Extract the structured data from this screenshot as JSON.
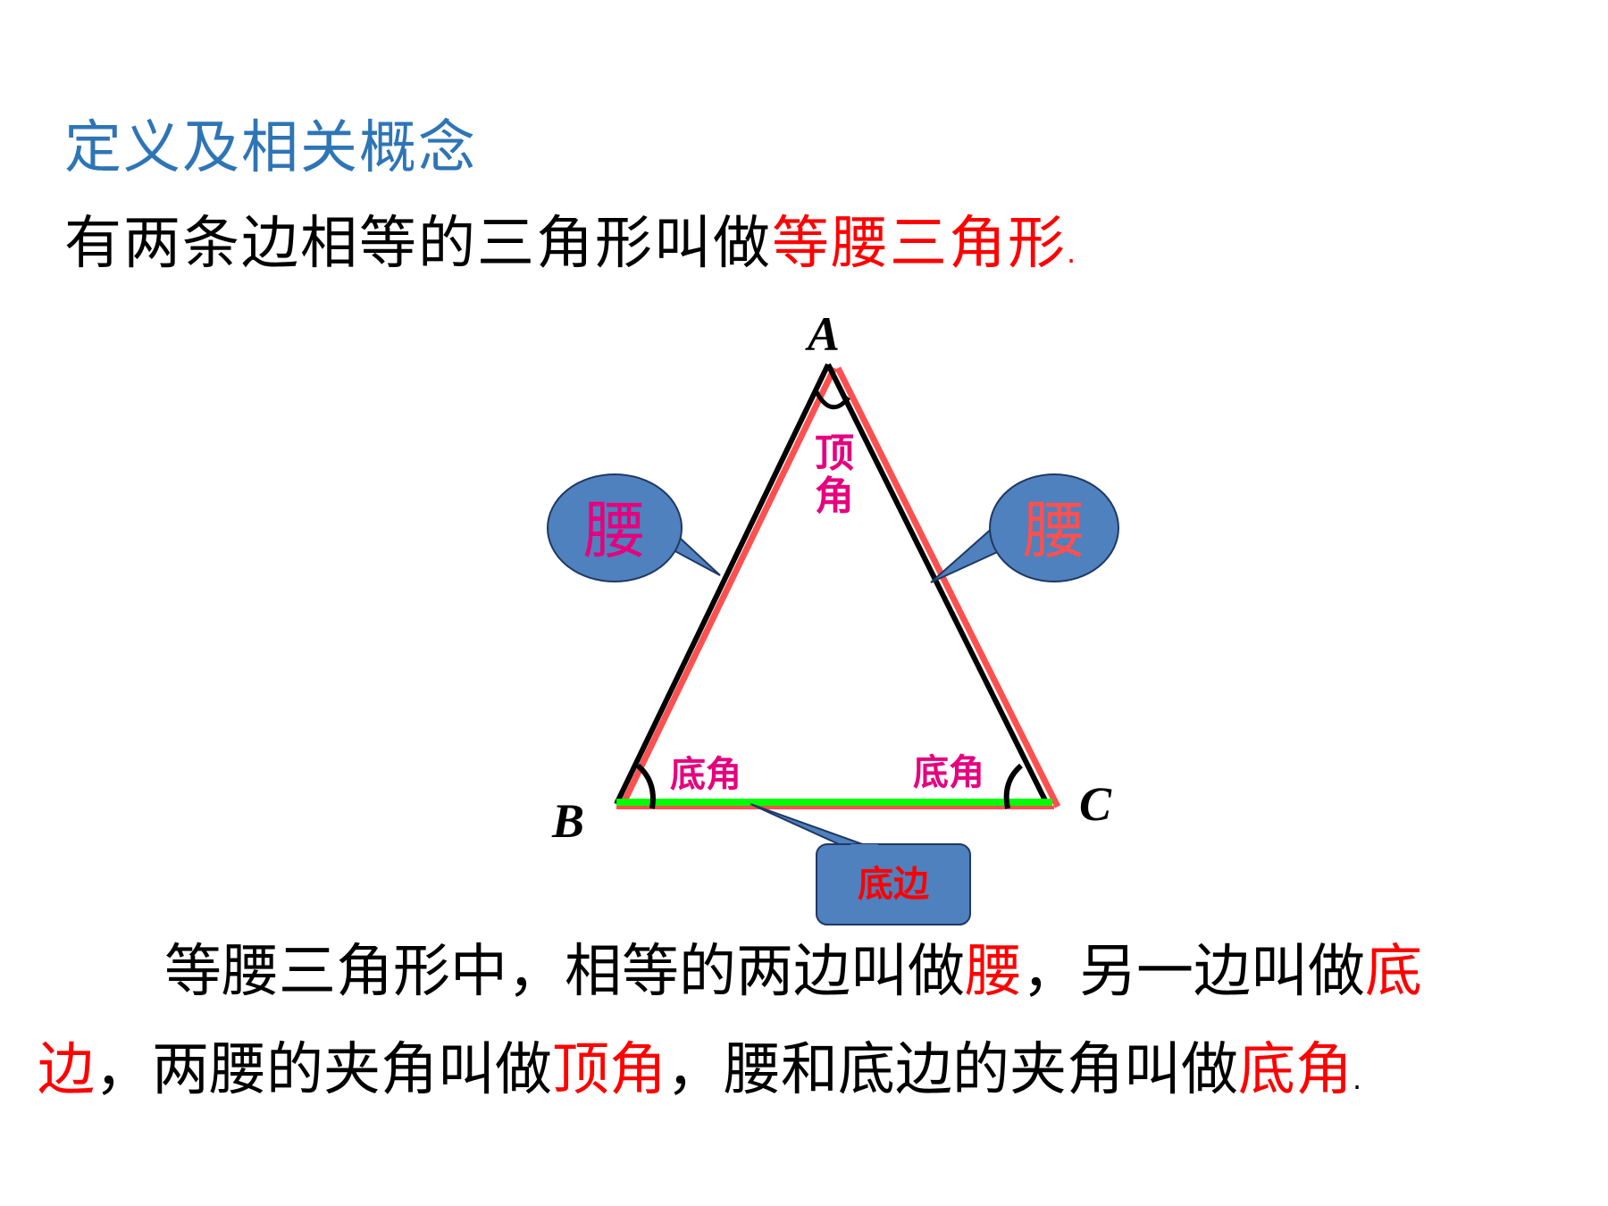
{
  "colors": {
    "heading": "#2E75B6",
    "highlight": "#FF0000",
    "magenta_label": "#E6007E",
    "bubble_fill": "#4E81BD",
    "bubble_stroke": "#1F3864",
    "leg_highlight": "#FF5050",
    "base_highlight": "#00FF00"
  },
  "heading": "定义及相关概念",
  "definition": {
    "before": "有两条边相等的三角形叫做",
    "term": "等腰三角形",
    "end": "."
  },
  "diagram": {
    "vertex_a": "A",
    "vertex_b": "B",
    "vertex_c": "C",
    "apex_angle_label_1": "顶",
    "apex_angle_label_2": "角",
    "base_angle_left": "底角",
    "base_angle_right": "底角",
    "leg_callout_left": "腰",
    "leg_callout_right": "腰",
    "base_callout": "底边"
  },
  "paragraph": {
    "p1_a": "等腰三角形中，相等的两边叫做",
    "p1_b": "腰",
    "p1_c": "，另一边叫做",
    "p1_d": "底",
    "p2_a": "边",
    "p2_b": "，两腰的夹角叫做",
    "p2_c": "顶角",
    "p2_d": "，腰和底边的夹角叫做",
    "p2_e": "底角",
    "p2_f": "."
  }
}
